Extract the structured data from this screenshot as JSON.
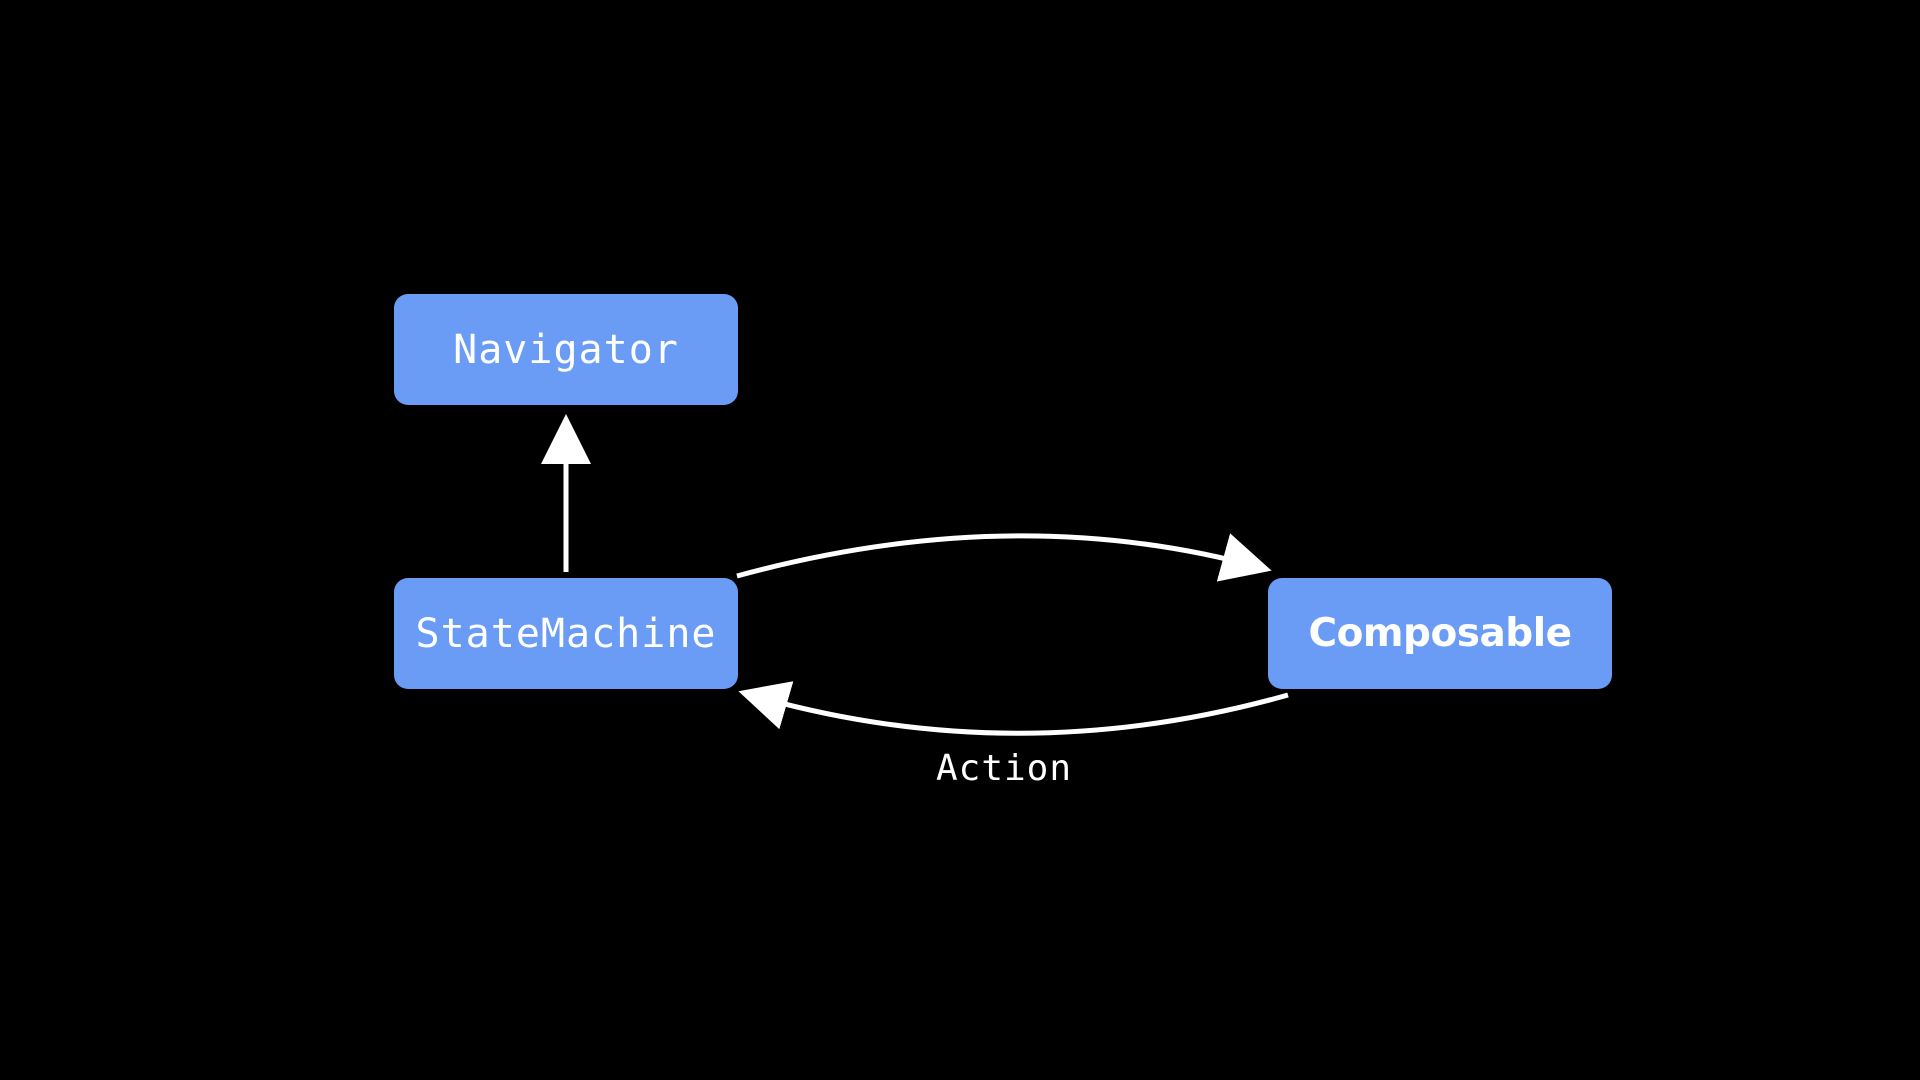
{
  "colors": {
    "background": "#000000",
    "node_fill": "#6a9cf6",
    "node_text": "#ffffff",
    "edge": "#ffffff"
  },
  "nodes": {
    "navigator": {
      "label": "Navigator"
    },
    "statemachine": {
      "label": "StateMachine"
    },
    "composable": {
      "label": "Composable"
    }
  },
  "edges": {
    "statemachine_to_navigator": {
      "label": ""
    },
    "statemachine_to_composable": {
      "label": ""
    },
    "composable_to_statemachine": {
      "label": "Action"
    }
  }
}
